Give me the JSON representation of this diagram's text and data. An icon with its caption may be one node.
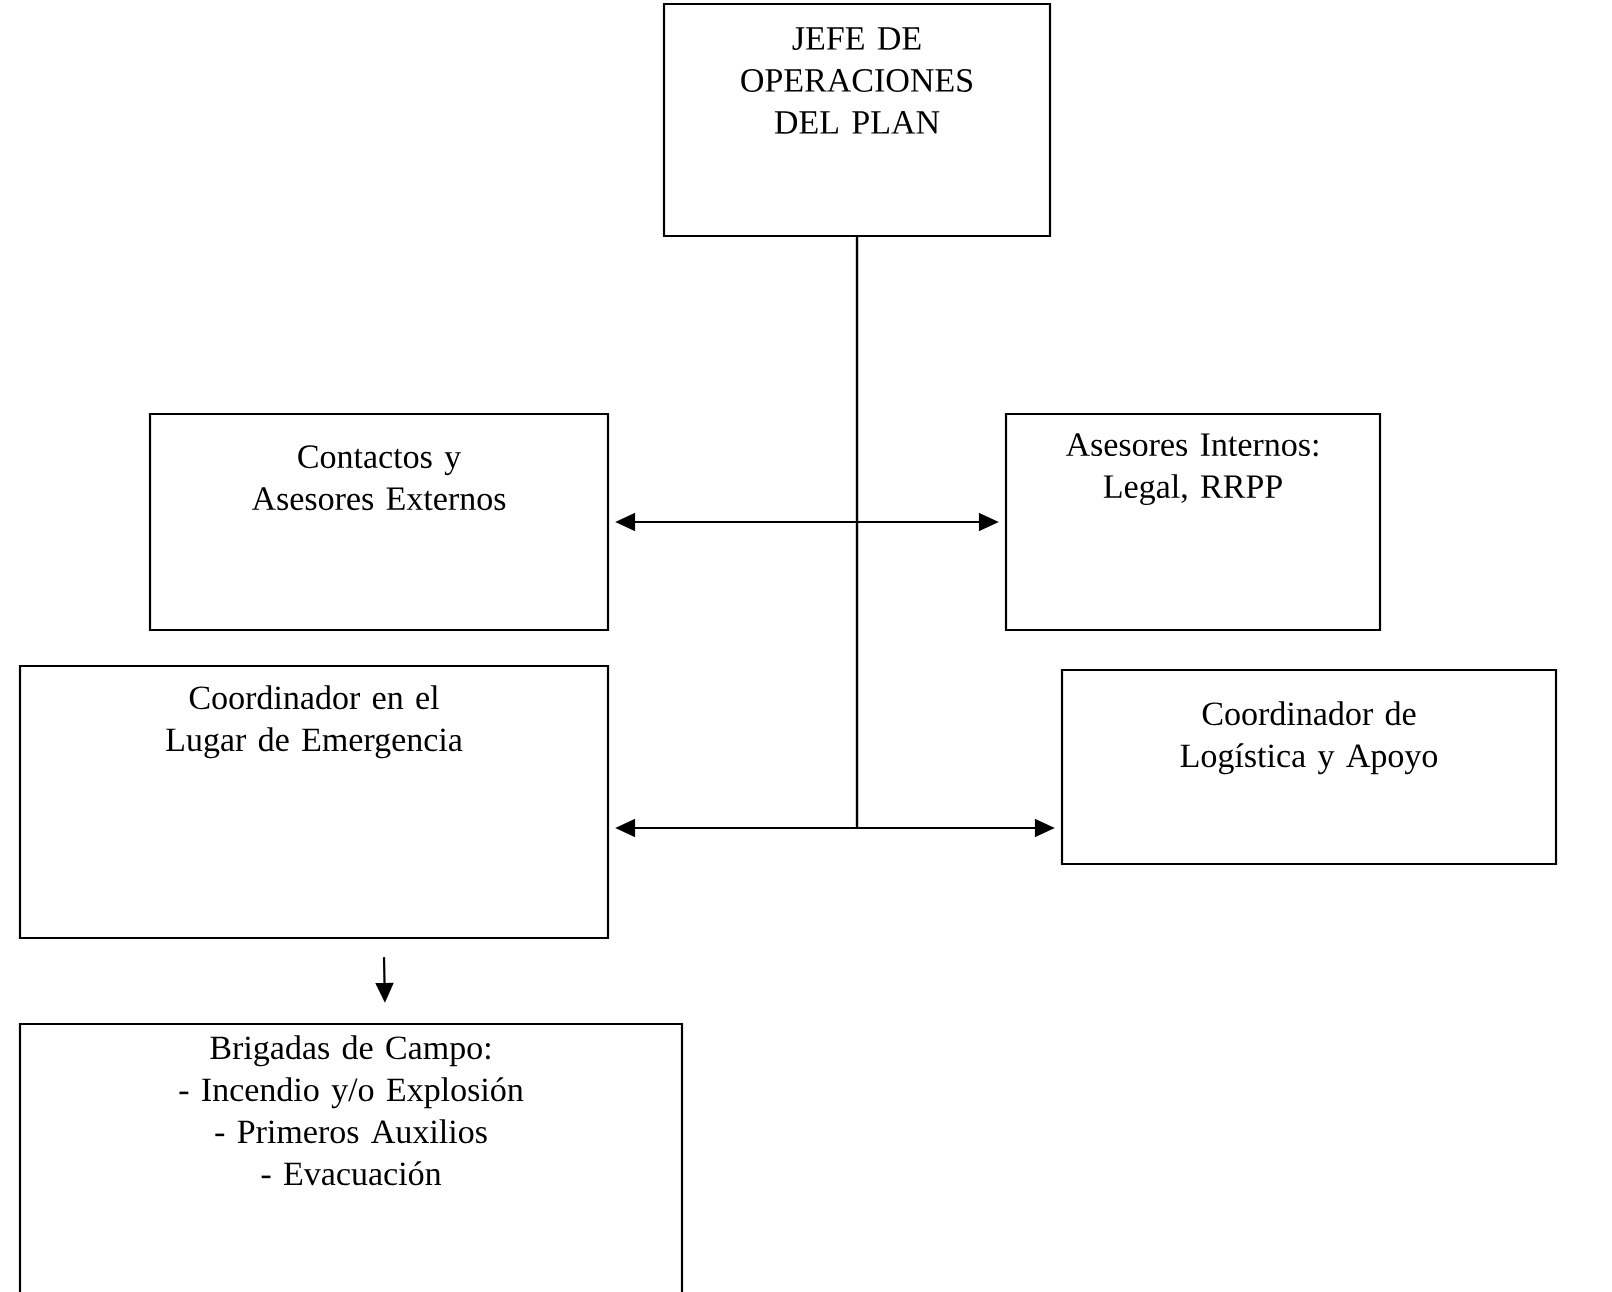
{
  "diagram": {
    "nodes": [
      {
        "text": [
          "JEFE DE OPERACIONES DEL PLAN"
        ]
      },
      {
        "text": [
          "Contactos y Asesores Externos"
        ]
      },
      {
        "text": [
          "Asesores Internos: Legal, RRPP"
        ]
      },
      {
        "text": [
          "Coordinador en el Lugar de Emergencia"
        ]
      },
      {
        "text": [
          "Coordinador de Logística y Apoyo"
        ]
      },
      {
        "text": [
          "Brigadas de Campo:",
          "- Incendio y/o Explosión",
          "- Primeros Auxilios",
          "- Evacuación"
        ]
      }
    ],
    "edges": [
      {
        "from": 1,
        "to": 2,
        "arrow": "both"
      },
      {
        "from": 0,
        "to": 3,
        "arrow": "to"
      },
      {
        "from": 0,
        "to": 4,
        "arrow": "to"
      },
      {
        "from": 3,
        "to": 5,
        "arrow": "to"
      }
    ]
  }
}
